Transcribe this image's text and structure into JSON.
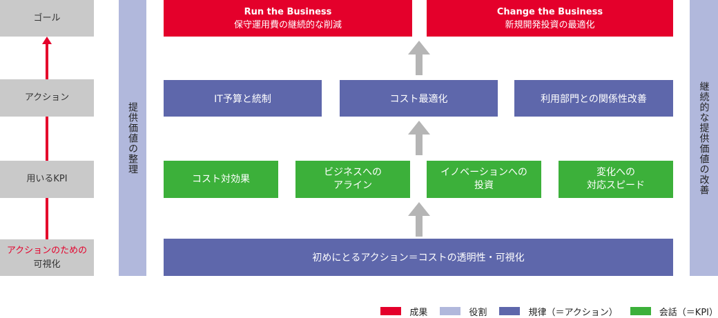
{
  "left_column": {
    "goal": "ゴール",
    "action": "アクション",
    "kpi": "用いるKPI",
    "visualization_line1": "アクションのための",
    "visualization_line2": "可視化"
  },
  "side_bars": {
    "left": "提供価値の整理",
    "right": "継続的な提供価値の改善"
  },
  "outcomes": [
    {
      "title": "Run the Business",
      "subtitle": "保守運用費の継続的な削減"
    },
    {
      "title": "Change the Business",
      "subtitle": "新規開発投資の最適化"
    }
  ],
  "actions": [
    {
      "label": "IT予算と統制"
    },
    {
      "label": "コスト最適化"
    },
    {
      "label": "利用部門との関係性改善"
    }
  ],
  "kpis": [
    {
      "line1": "コスト対効果",
      "line2": ""
    },
    {
      "line1": "ビジネスへの",
      "line2": "アライン"
    },
    {
      "line1": "イノベーションへの",
      "line2": "投資"
    },
    {
      "line1": "変化への",
      "line2": "対応スピード"
    }
  ],
  "base_action": "初めにとるアクション＝コストの透明性・可視化",
  "legend": [
    {
      "label": "成果",
      "color": "#e4002b"
    },
    {
      "label": "役割",
      "color": "#b1b8dc"
    },
    {
      "label": "規律（＝アクション）",
      "color": "#5e67ab"
    },
    {
      "label": "会話（＝KPI）",
      "color": "#3cb03a"
    }
  ]
}
